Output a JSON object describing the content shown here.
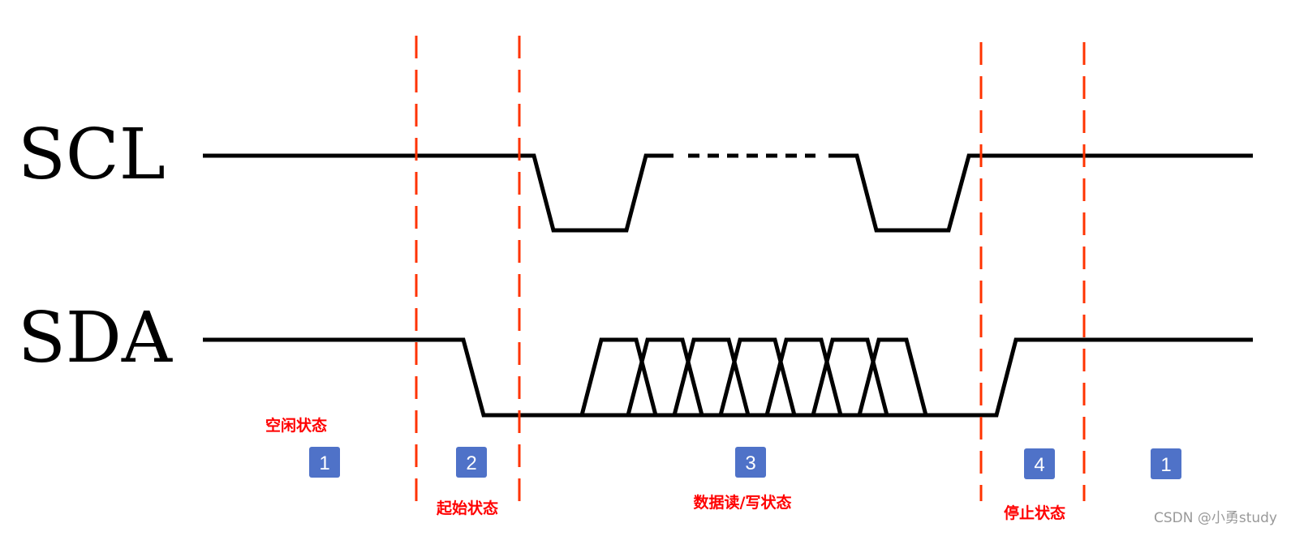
{
  "signals": {
    "scl_label": "SCL",
    "sda_label": "SDA"
  },
  "states": {
    "idle": "空闲状态",
    "start": "起始状态",
    "data": "数据读/写状态",
    "stop": "停止状态"
  },
  "badges": [
    "1",
    "2",
    "3",
    "4",
    "1"
  ],
  "watermark": "CSDN @小勇study",
  "colors": {
    "signal": "#000000",
    "divider": "#ff3300",
    "state_label": "#ff0000",
    "badge": "#4f72c8"
  }
}
